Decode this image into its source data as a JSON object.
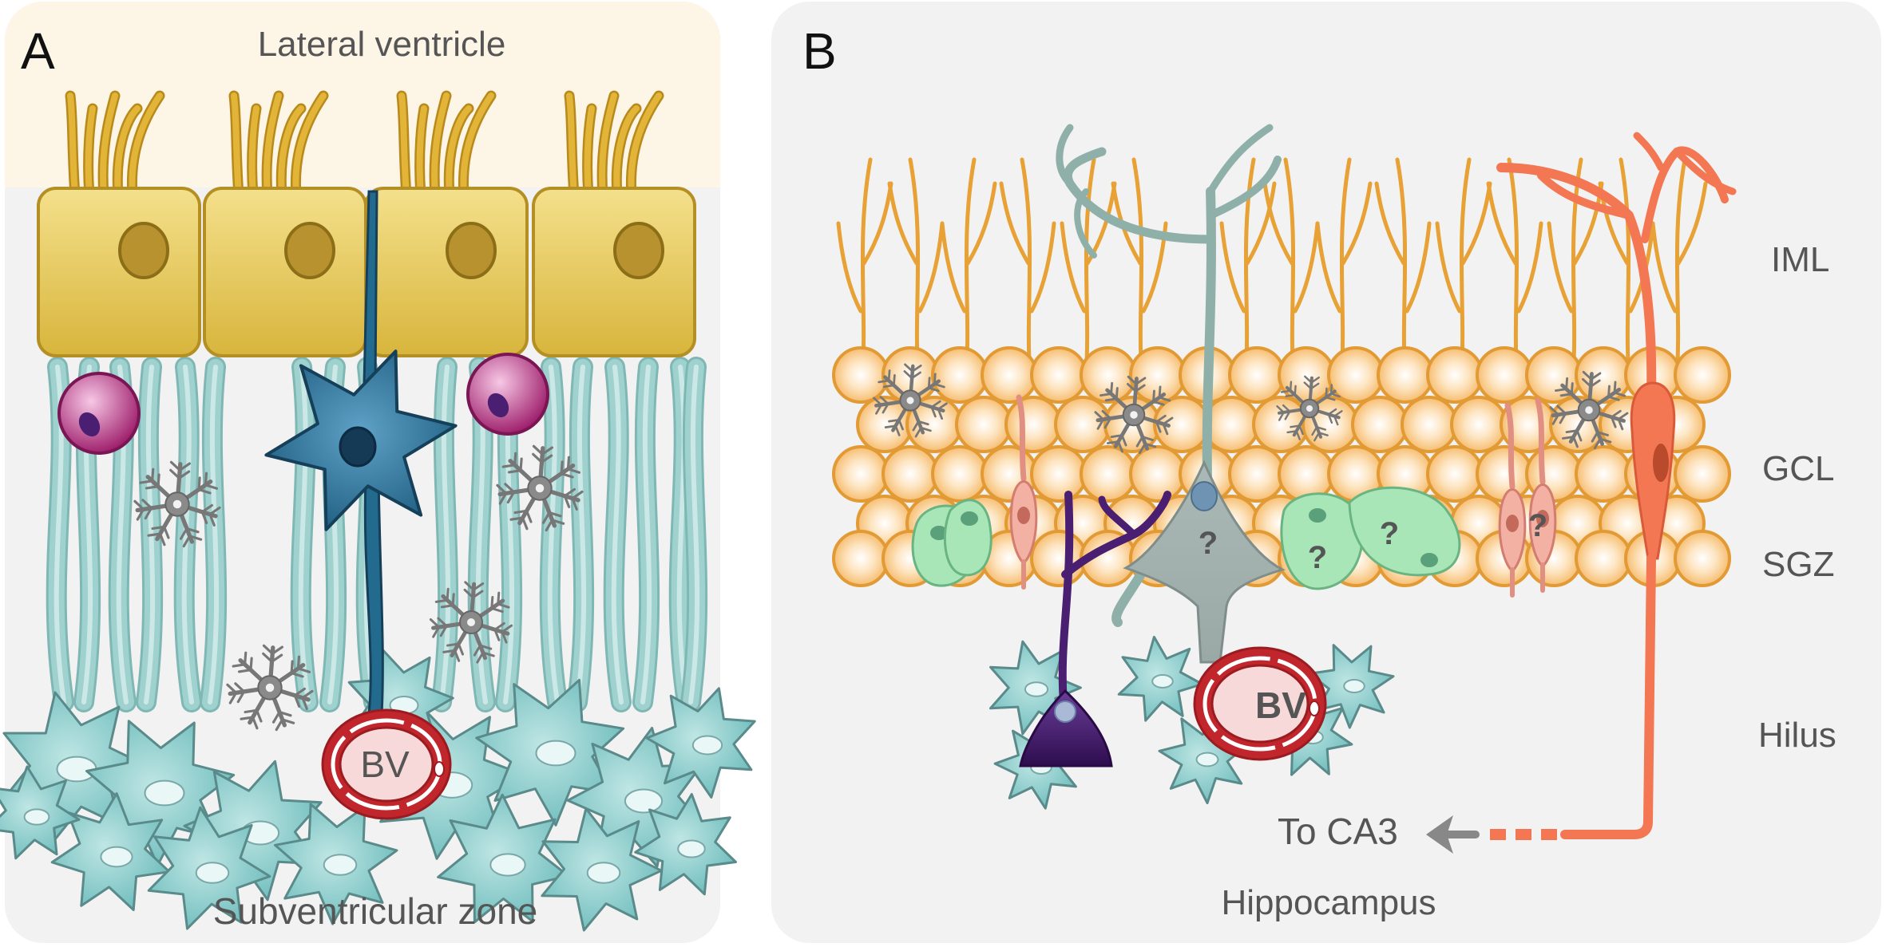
{
  "panel_a": {
    "letter": "A",
    "top_label": "Lateral ventricle",
    "bottom_label": "Subventricular zone",
    "vessel_label": "BV"
  },
  "panel_b": {
    "letter": "B",
    "layers": [
      "IML",
      "GCL",
      "SGZ",
      "Hilus"
    ],
    "vessel_label": "BV",
    "unknown_mark": "?",
    "projection_label": "To CA3",
    "bottom_label": "Hippocampus"
  },
  "colors": {
    "panel_bg": "#f2f2f2",
    "ventricle": "#fdf5e6",
    "ependymal": "#e1c04a",
    "astro_radial": "#9fd2cf",
    "type_b": "#236b8e",
    "type_c": "#a0226e",
    "neuroblast_bed": "#6fc1c1",
    "blood_vessel": "#c0262c",
    "granule": "#f0a63c",
    "radial_glia": "#8fb0a8",
    "progenitor": "#9fe0b0",
    "immature_neuron": "#f0a89a",
    "mature_neuron": "#f37752",
    "interneuron": "#4a1e70",
    "microglia": "#777777"
  }
}
